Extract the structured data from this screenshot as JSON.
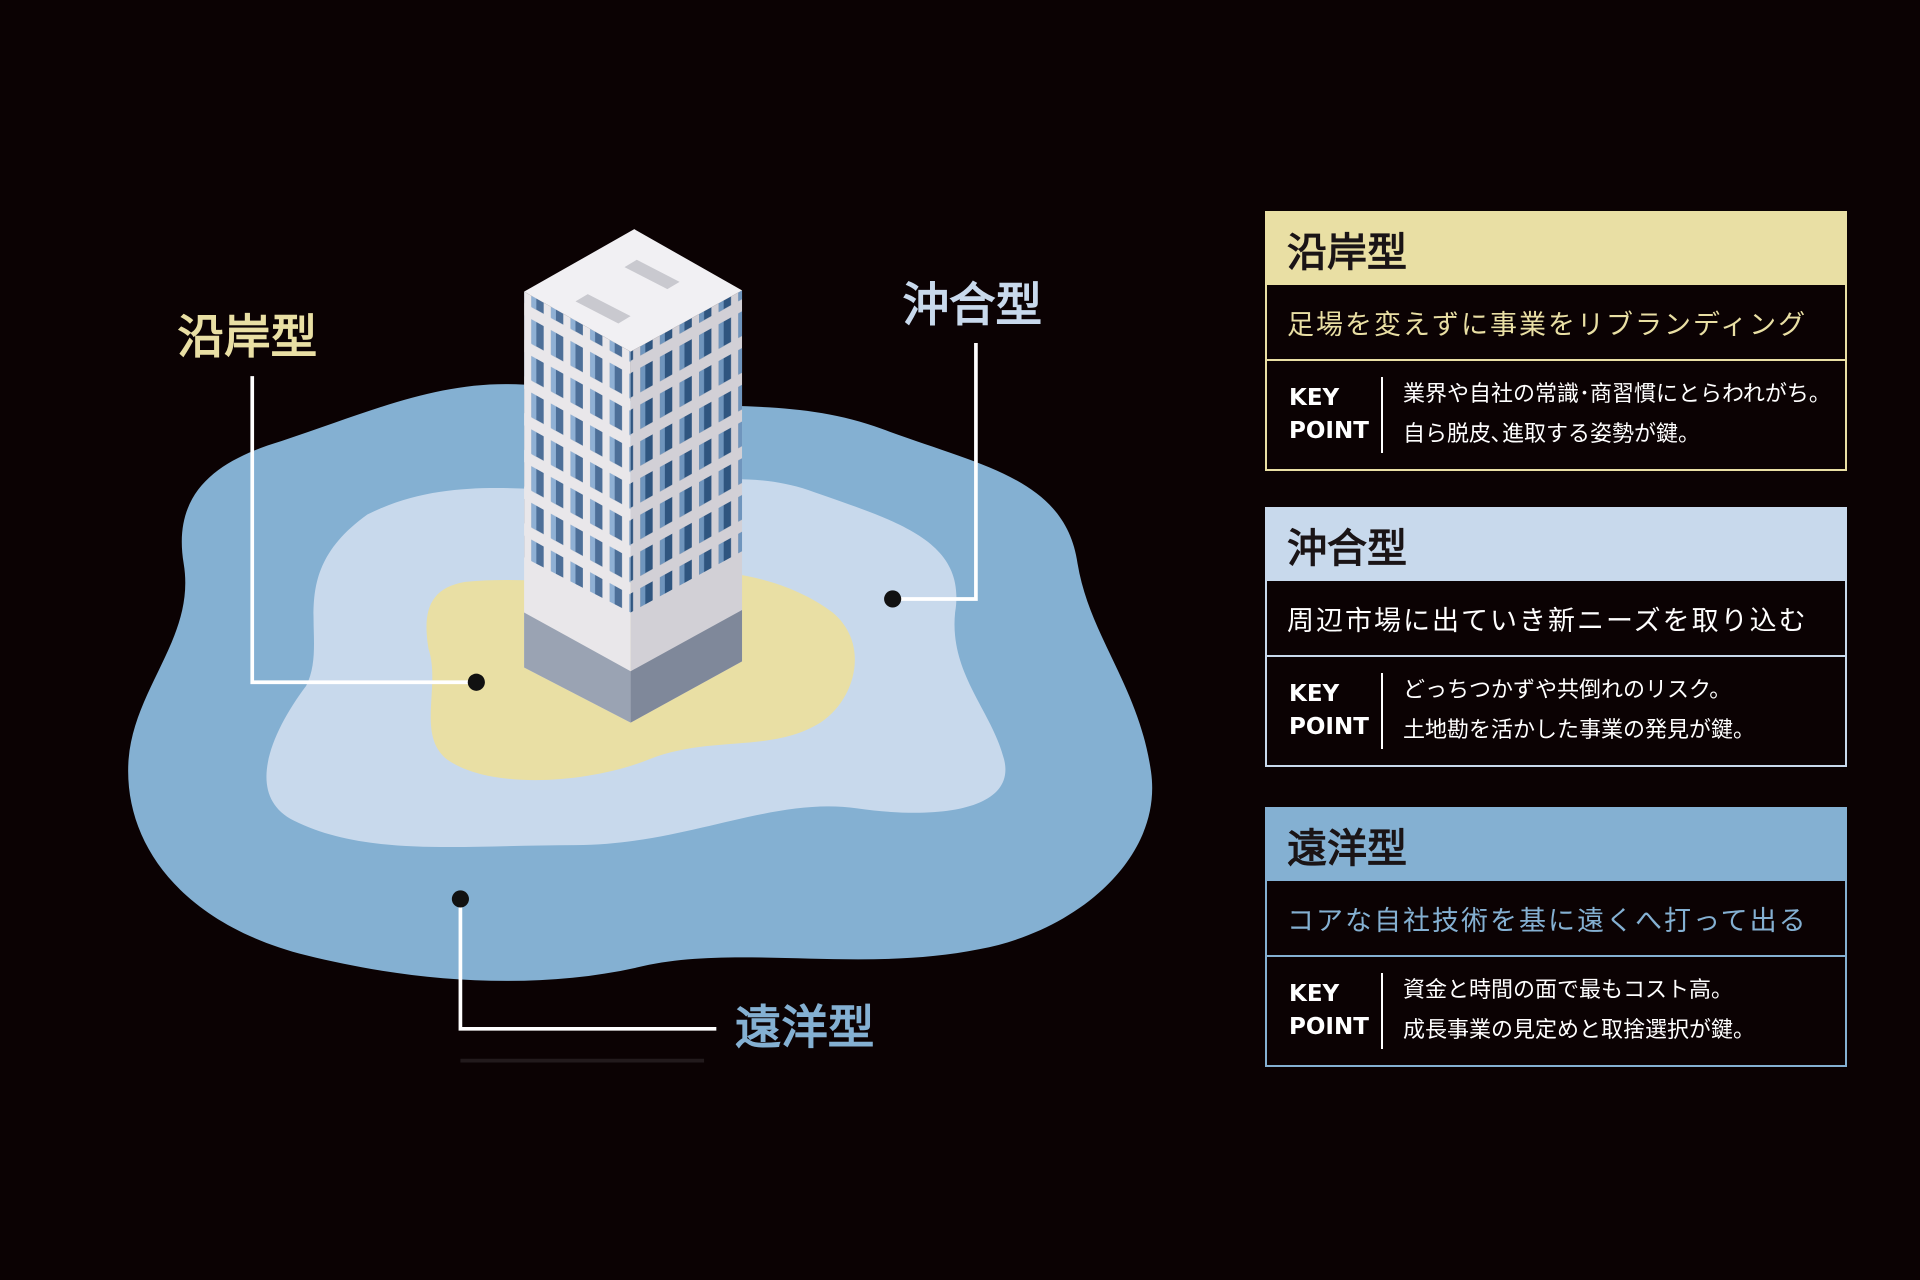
{
  "colors": {
    "background": "#0b0203",
    "coastal": "#e9dfa4",
    "offshore": "#c8d9ec",
    "ocean": "#84b0d2"
  },
  "diagram": {
    "label_coastal": "沿岸型",
    "label_offshore": "沖合型",
    "label_ocean": "遠洋型"
  },
  "cards": [
    {
      "title": "沿岸型",
      "tagline": "足場を変えずに事業をリブランディング",
      "key_label_1": "KEY",
      "key_label_2": "POINT",
      "line1": "業界や自社の常識･商習慣にとらわれがち。",
      "line2": "自ら脱皮､進取する姿勢が鍵。"
    },
    {
      "title": "沖合型",
      "tagline": "周辺市場に出ていき新ニーズを取り込む",
      "key_label_1": "KEY",
      "key_label_2": "POINT",
      "line1": "どっちつかずや共倒れのリスク。",
      "line2": "土地勘を活かした事業の発見が鍵。"
    },
    {
      "title": "遠洋型",
      "tagline": "コアな自社技術を基に遠くへ打って出る",
      "key_label_1": "KEY",
      "key_label_2": "POINT",
      "line1": "資金と時間の面で最もコスト高。",
      "line2": "成長事業の見定めと取捨選択が鍵。"
    }
  ]
}
